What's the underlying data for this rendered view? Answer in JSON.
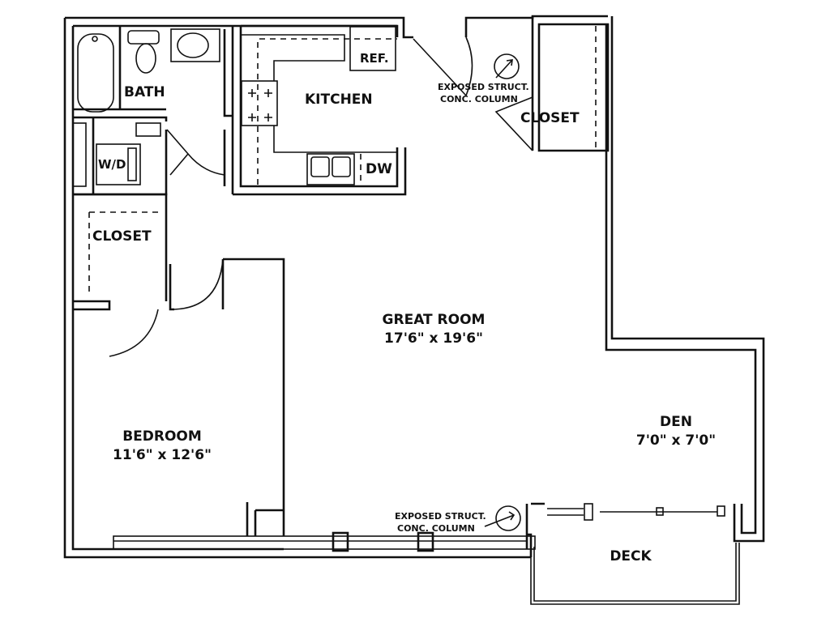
{
  "rooms": {
    "bath": "BATH",
    "kitchen": "KITCHEN",
    "ref": "REF.",
    "dw": "DW",
    "wd": "W/D",
    "closet_left": "CLOSET",
    "closet_right": "CLOSET",
    "great_room": "GREAT ROOM",
    "great_room_size": "17'6\" x 19'6\"",
    "bedroom": "BEDROOM",
    "bedroom_size": "11'6\" x 12'6\"",
    "den": "DEN",
    "den_size": "7'0\" x 7'0\"",
    "deck": "DECK"
  },
  "annotations": {
    "column_top_line1": "EXPOSED STRUCT.",
    "column_top_line2": "CONC. COLUMN",
    "column_bottom_line1": "EXPOSED STRUCT.",
    "column_bottom_line2": "CONC. COLUMN"
  }
}
